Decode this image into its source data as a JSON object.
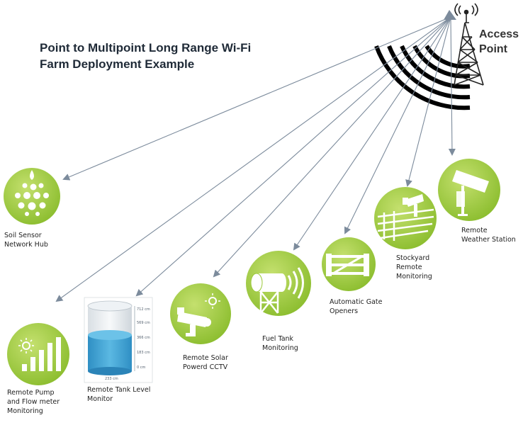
{
  "title": {
    "line1": "Point to Multipoint Long Range Wi-Fi",
    "line2": "Farm Deployment Example"
  },
  "access_point": {
    "line1": "Access",
    "line2": "Point",
    "icon": "radio-tower-icon"
  },
  "colors": {
    "node_green": "#9bc93a",
    "node_green_light": "#c4e06e",
    "arrow": "#7c8b9c",
    "title_text": "#1f2a37",
    "tank_water": "#3a9fd0"
  },
  "nodes": [
    {
      "id": "soil-sensor",
      "icon": "water-drops-icon",
      "lines": [
        "Soil Sensor",
        "Network Hub"
      ]
    },
    {
      "id": "pump-flow",
      "icon": "sun-bar-chart-icon",
      "lines": [
        "Remote Pump",
        "and Flow meter",
        "Monitoring"
      ]
    },
    {
      "id": "tank-level",
      "icon": "water-tank-icon",
      "lines": [
        "Remote Tank Level",
        "Monitor"
      ]
    },
    {
      "id": "solar-cctv",
      "icon": "solar-cctv-camera-icon",
      "lines": [
        "Remote Solar",
        "Powerd CCTV"
      ]
    },
    {
      "id": "fuel-tank",
      "icon": "fuel-tank-signal-icon",
      "lines": [
        "Fuel Tank",
        "Monitoring"
      ]
    },
    {
      "id": "gate-openers",
      "icon": "farm-gate-icon",
      "lines": [
        "Automatic Gate",
        "Openers"
      ]
    },
    {
      "id": "stockyard",
      "icon": "stockyard-camera-icon",
      "lines": [
        "Stockyard",
        "Remote",
        "Monitoring"
      ]
    },
    {
      "id": "weather-station",
      "icon": "weather-station-icon",
      "lines": [
        "Remote",
        "Weather Station"
      ]
    }
  ],
  "tank_scale": [
    "712 cm",
    "569 cm",
    "366 cm",
    "183 cm",
    "0 cm"
  ],
  "tank_caption": "233 cm"
}
